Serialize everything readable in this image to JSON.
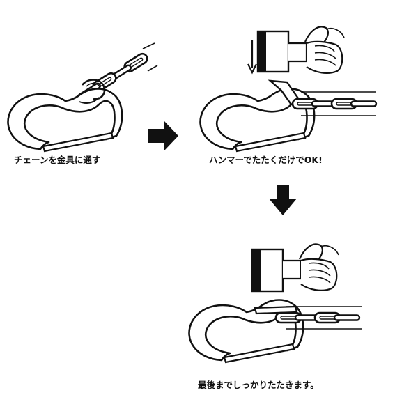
{
  "steps": [
    {
      "caption": "チェーンを金具に通す"
    },
    {
      "caption": "ハンマーでたたくだけでOK!"
    },
    {
      "caption": "最後までしっかりたたきます。"
    }
  ],
  "colors": {
    "ink": "#111111",
    "background": "#ffffff"
  }
}
